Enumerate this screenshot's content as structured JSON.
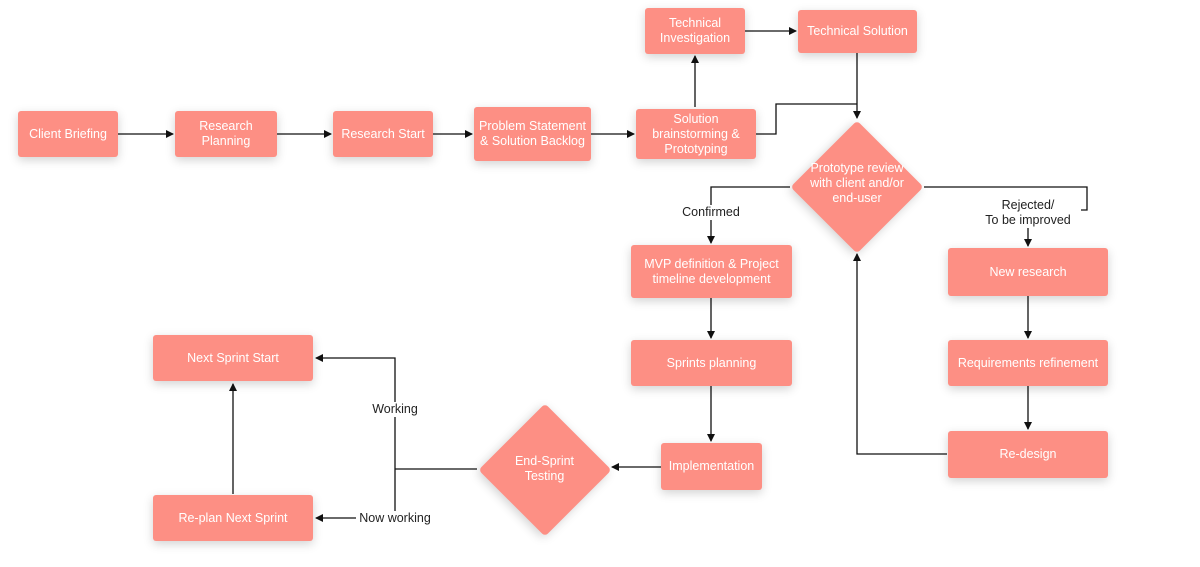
{
  "colors": {
    "node_fill": "#fd8f84",
    "line": "#111111"
  },
  "nodes": {
    "client_briefing": "Client Briefing",
    "research_planning": "Research\nPlanning",
    "research_start": "Research Start",
    "problem_statement": "Problem Statement\n& Solution Backlog",
    "solution_brainstorming": "Solution\nbrainstorming &\nPrototyping",
    "technical_investigation": "Technical\nInvestigation",
    "technical_solution": "Technical Solution",
    "prototype_review": "Prototype review\nwith client and/or\nend-user",
    "mvp_definition": "MVP definition & Project\ntimeline development",
    "sprints_planning": "Sprints planning",
    "implementation": "Implementation",
    "end_sprint_testing": "End-Sprint\nTesting",
    "next_sprint_start": "Next Sprint Start",
    "replan_next_sprint": "Re-plan Next Sprint",
    "new_research": "New research",
    "requirements_refinement": "Requirements refinement",
    "redesign": "Re-design"
  },
  "edge_labels": {
    "confirmed": "Confirmed",
    "rejected": "Rejected/\nTo be improved",
    "working": "Working",
    "now_working": "Now working"
  }
}
